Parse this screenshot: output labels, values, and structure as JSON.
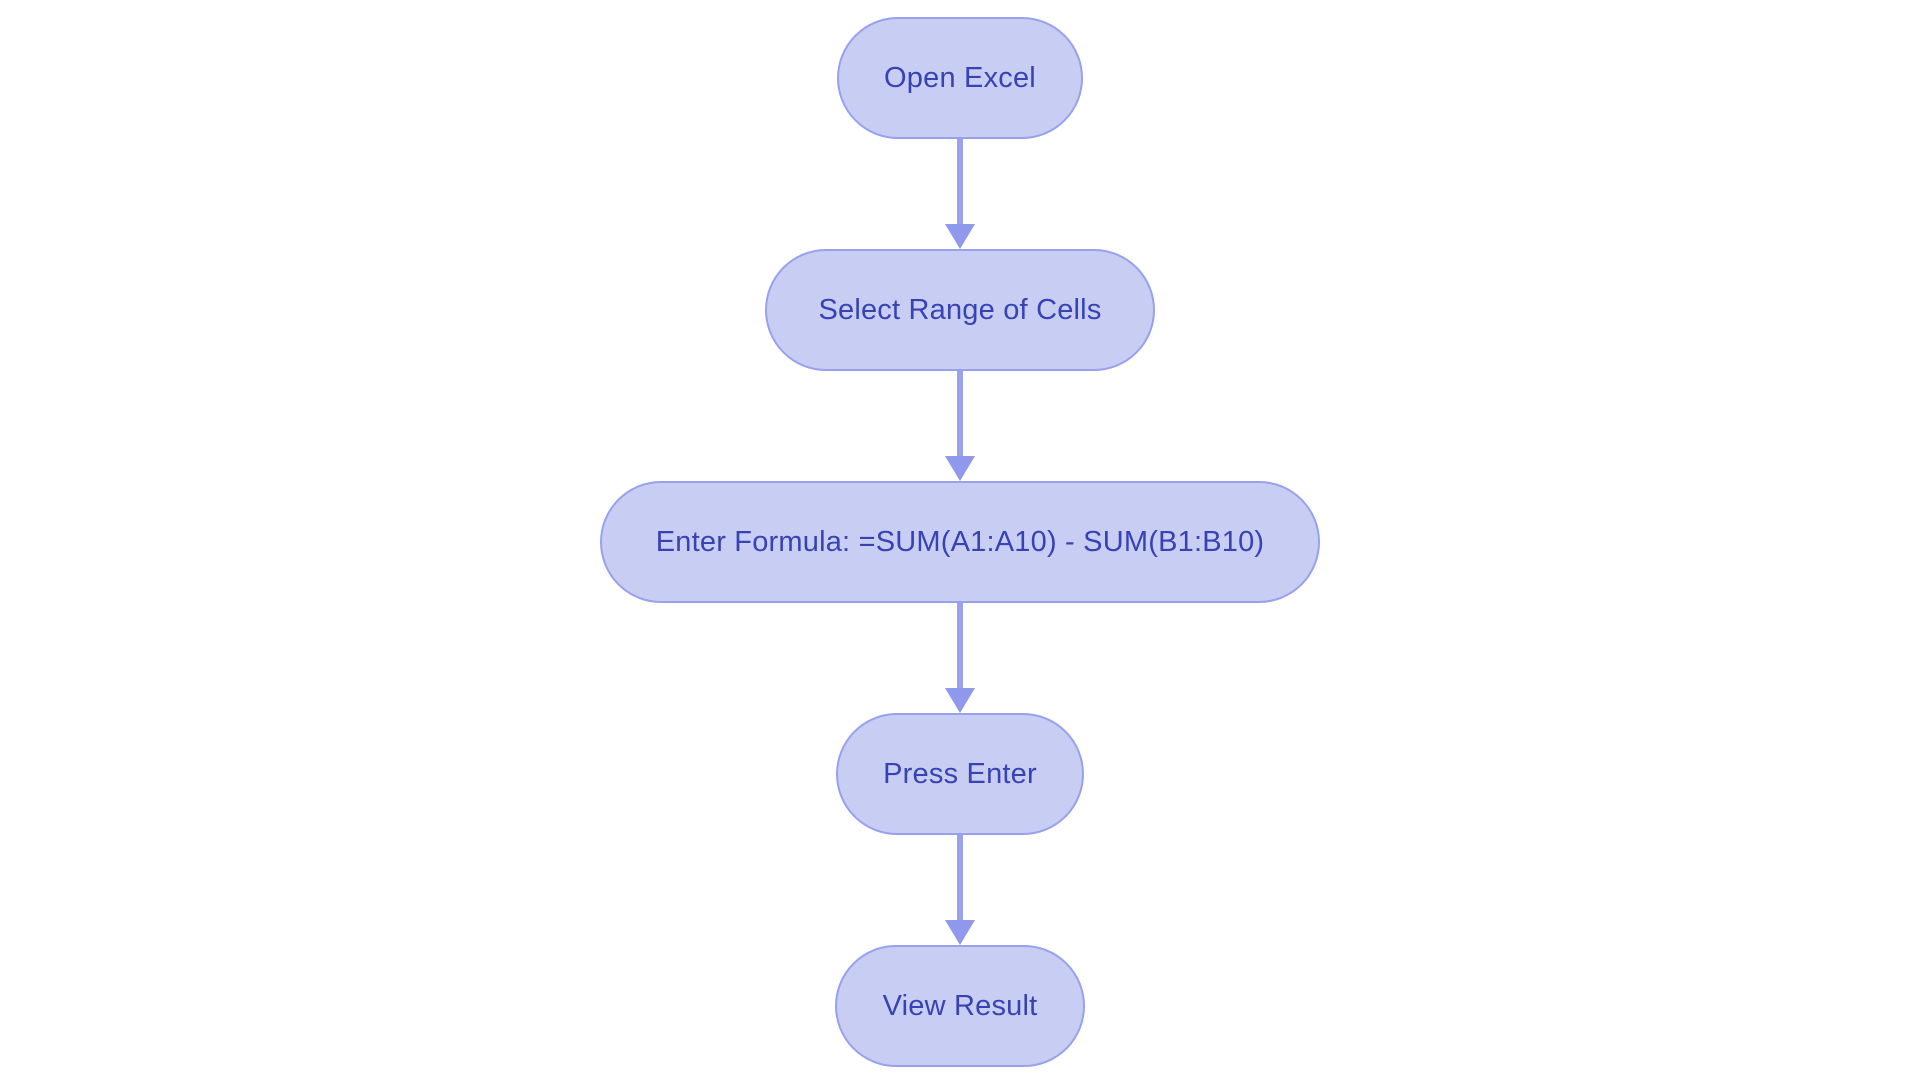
{
  "diagram": {
    "type": "flowchart",
    "direction": "top-to-bottom",
    "colors": {
      "background": "#ffffff",
      "node_fill": "#c8cdf4",
      "node_border": "#97a1ed",
      "node_text": "#3743b2",
      "arrow_stem": "#9aa2f0",
      "arrow_head": "#8f98ea"
    },
    "nodes": [
      {
        "id": "open-excel",
        "shape": "rounded",
        "label": "Open Excel"
      },
      {
        "id": "select-range",
        "shape": "rounded",
        "label": "Select Range of Cells"
      },
      {
        "id": "enter-formula",
        "shape": "rounded",
        "label": "Enter Formula: =SUM(A1:A10) - SUM(B1:B10)"
      },
      {
        "id": "press-enter",
        "shape": "rounded",
        "label": "Press Enter"
      },
      {
        "id": "view-result",
        "shape": "rounded",
        "label": "View Result"
      }
    ],
    "edges": [
      {
        "from": "open-excel",
        "to": "select-range"
      },
      {
        "from": "select-range",
        "to": "enter-formula"
      },
      {
        "from": "enter-formula",
        "to": "press-enter"
      },
      {
        "from": "press-enter",
        "to": "view-result"
      }
    ]
  }
}
